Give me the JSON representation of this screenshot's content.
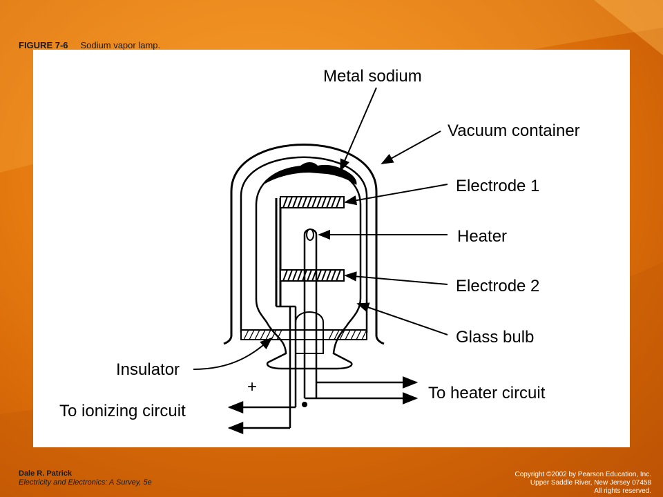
{
  "figure": {
    "number": "FIGURE 7-6",
    "title": "Sodium vapor lamp."
  },
  "diagram": {
    "labels": {
      "metal_sodium": "Metal sodium",
      "vacuum_container": "Vacuum container",
      "electrode_1": "Electrode 1",
      "heater": "Heater",
      "electrode_2": "Electrode 2",
      "glass_bulb": "Glass bulb",
      "insulator": "Insulator",
      "plus_sign": "+",
      "to_heater_circuit": "To heater circuit",
      "to_ionizing_circuit": "To ionizing circuit"
    }
  },
  "footer": {
    "author": "Dale R. Patrick",
    "book": "Electricity and Electronics: A Survey, 5e",
    "copyright_line1": "Copyright ©2002 by Pearson Education, Inc.",
    "copyright_line2": "Upper Saddle River, New Jersey 07458",
    "copyright_line3": "All rights reserved."
  },
  "colors": {
    "background": "#ea8114",
    "panel": "#ffffff",
    "ink": "#000000"
  }
}
